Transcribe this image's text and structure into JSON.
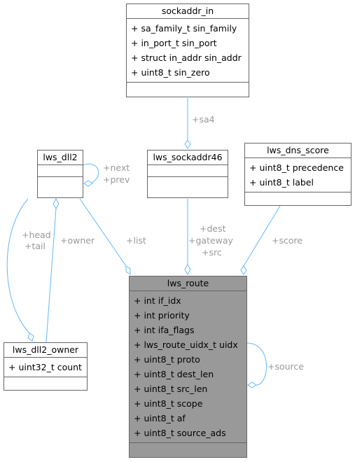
{
  "classes": {
    "sockaddr_in": {
      "name": "sockaddr_in",
      "attributes": [
        "+ sa_family_t sin_family",
        "+ in_port_t sin_port",
        "+ struct in_addr sin_addr",
        "+ uint8_t sin_zero"
      ]
    },
    "lws_dll2": {
      "name": "lws_dll2",
      "attributes": []
    },
    "lws_sockaddr46": {
      "name": "lws_sockaddr46",
      "attributes": []
    },
    "lws_dns_score": {
      "name": "lws_dns_score",
      "attributes": [
        "+ uint8_t precedence",
        "+ uint8_t label"
      ]
    },
    "lws_route": {
      "name": "lws_route",
      "attributes": [
        "+ int if_idx",
        "+ int priority",
        "+ int ifa_flags",
        "+ lws_route_uidx_t uidx",
        "+ uint8_t proto",
        "+ uint8_t dest_len",
        "+ uint8_t src_len",
        "+ uint8_t scope",
        "+ uint8_t af",
        "+ uint8_t source_ads"
      ]
    },
    "lws_dll2_owner": {
      "name": "lws_dll2_owner",
      "attributes": [
        "+ uint32_t count"
      ]
    }
  },
  "edge_labels": {
    "sa4": "+sa4",
    "next_prev": [
      "+next",
      "+prev"
    ],
    "head_tail": [
      "+head",
      "+tail"
    ],
    "owner": "+owner",
    "list": "+list",
    "dest_gateway_src": [
      "+dest",
      "+gateway",
      "+src"
    ],
    "score": "+score",
    "source": "+source"
  },
  "colors": {
    "edge": "#63b8ff",
    "label": "#999999",
    "border": "#666666",
    "focus_fill": "#999999"
  }
}
